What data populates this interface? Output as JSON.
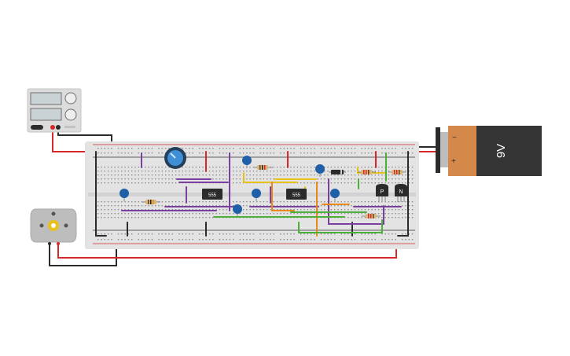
{
  "colors": {
    "board": "#e3e3e3",
    "hole": "#8a8a8a",
    "rail_red": "#d12b2b",
    "rail_dark": "#333333",
    "wire_red": "#d62828",
    "wire_black": "#2b2b2b",
    "wire_purple": "#7b3fa0",
    "wire_yellow": "#e8c21a",
    "wire_orange": "#e8891a",
    "wire_green": "#4caf3a",
    "capacitor": "#1f5fa8",
    "chip": "#2b2b2b",
    "battery_body": "#353535",
    "battery_cap": "#d4894a",
    "supply_body": "#dcdcdc",
    "supply_screen": "#c9d3d6",
    "motor_body": "#bdbdbd",
    "motor_hub": "#e8c21a"
  },
  "components": {
    "chip_left": {
      "label": "555"
    },
    "chip_right": {
      "label": "555"
    },
    "transistor_p": {
      "label": "P"
    },
    "transistor_n": {
      "label": "N"
    },
    "battery": {
      "label": "9V",
      "minus": "−",
      "plus": "+"
    }
  },
  "icons": {
    "power_supply": "power-supply-icon",
    "dc_motor": "dc-motor-icon",
    "potentiometer": "potentiometer-knob-icon"
  }
}
